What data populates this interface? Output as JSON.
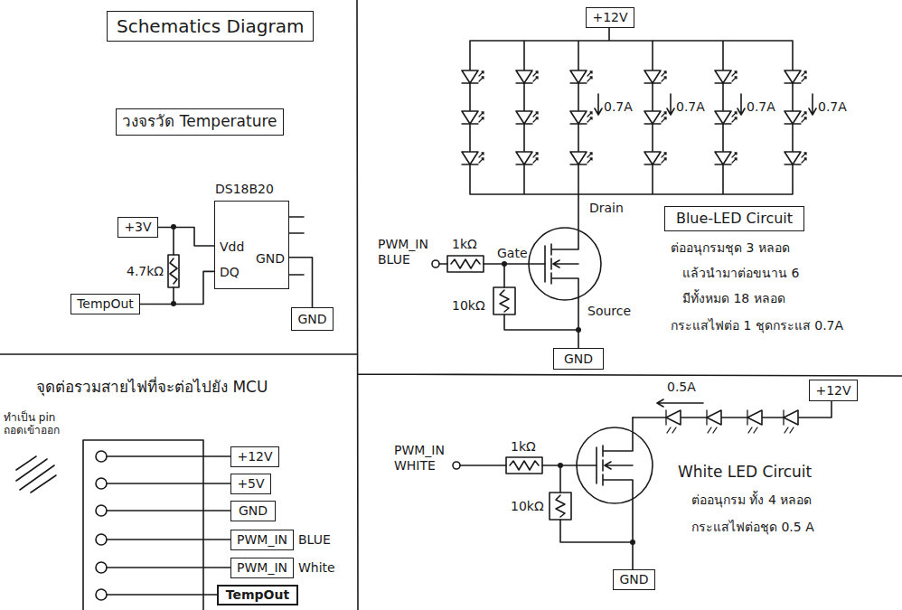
{
  "diagram": {
    "title": "Schematics Diagram",
    "nodes": [
      {
        "text": [
          "วงจรวัด Temperature"
        ]
      },
      {
        "text": [
          "+3V"
        ]
      },
      {
        "text": [
          "DS18B20",
          "Vdd",
          "DQ",
          "GND"
        ]
      },
      {
        "text": [
          "TempOut"
        ]
      },
      {
        "text": [
          "GND"
        ]
      },
      {
        "text": [
          "+12V"
        ]
      },
      {
        "text": [
          "Blue-LED Circuit"
        ]
      },
      {
        "text": [
          "GND"
        ]
      },
      {
        "text": [
          "+12V"
        ]
      },
      {
        "text": [
          "+5V"
        ]
      },
      {
        "text": [
          "GND"
        ]
      },
      {
        "text": [
          "PWM_IN",
          "BLUE"
        ]
      },
      {
        "text": [
          "PWM_IN",
          "White"
        ]
      },
      {
        "text": [
          "TempOut"
        ]
      },
      {
        "text": [
          "+12V"
        ]
      },
      {
        "text": [
          "GND"
        ]
      }
    ],
    "edges": [
      {
        "from": 1,
        "to": 2,
        "arrow": "none"
      },
      {
        "from": 3,
        "to": 2,
        "arrow": "none"
      },
      {
        "from": 2,
        "to": 4,
        "arrow": "none"
      }
    ],
    "labels": [
      "4.7kΩ",
      "0.7A",
      "0.7A",
      "0.7A",
      "0.7A",
      "Drain",
      "ต่ออนุกรมชุด 3 หลอด",
      "แล้วนำมาต่อขนาน 6",
      "มีทั้งหมด 18 หลอด",
      "กระแสไฟต่อ 1 ชุดกระแส 0.7A",
      "PWM_IN BLUE",
      "1kΩ",
      "Gate",
      "10kΩ",
      "Source",
      "จุดต่อรวมสายไฟที่จะต่อไปยัง MCU",
      "ทำเป็น pin ถอดเข้าออก",
      "0.5A",
      "PWM_IN WHITE",
      "1kΩ",
      "10kΩ",
      "White LED Circuit",
      "ต่ออนุกรม ทั้ง 4 หลอด",
      "กระแสไฟต่อชุด 0.5 A"
    ]
  }
}
